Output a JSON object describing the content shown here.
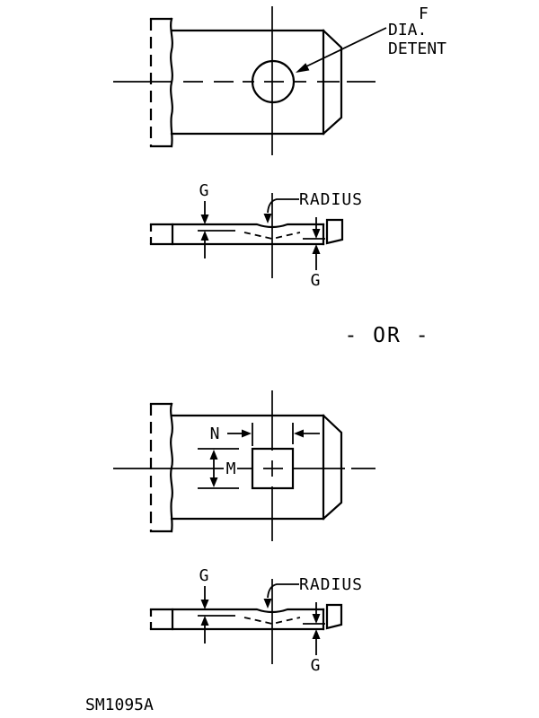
{
  "colors": {
    "line": "#000000",
    "background": "#ffffff"
  },
  "labels": {
    "round_view_callout": {
      "f": "F",
      "dia": "DIA.",
      "detent": "DETENT"
    },
    "side_top": {
      "g_left": "G",
      "g_right": "G",
      "radius": "RADIUS"
    },
    "square_view": {
      "n": "N",
      "m": "M"
    },
    "side_bottom": {
      "g_left": "G",
      "g_right": "G",
      "radius": "RADIUS"
    },
    "separator": "- OR -",
    "part_number": "SM1095A"
  }
}
